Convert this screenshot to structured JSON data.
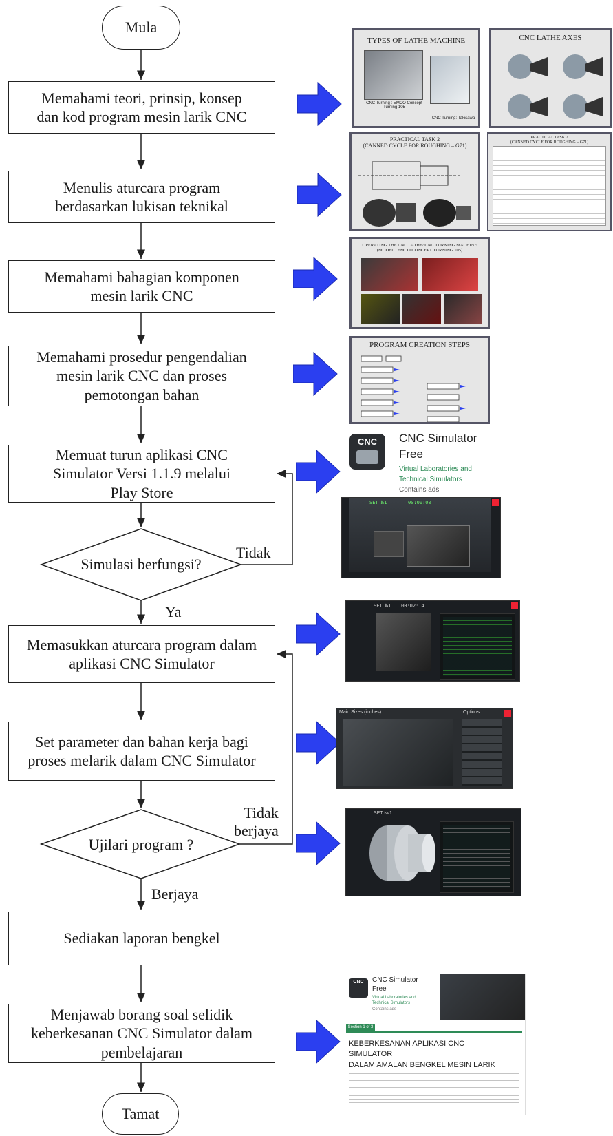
{
  "flow": {
    "start": "Mula",
    "step1": [
      "Memahami teori, prinsip, konsep",
      "dan kod program mesin larik CNC"
    ],
    "step2": [
      "Menulis aturcara program",
      "berdasarkan lukisan teknikal"
    ],
    "step3": [
      "Memahami bahagian komponen",
      "mesin larik CNC"
    ],
    "step4": [
      "Memahami prosedur pengendalian",
      "mesin larik CNC dan proses",
      "pemotongan bahan"
    ],
    "step5": [
      "Memuat turun aplikasi CNC",
      "Simulator Versi 1.1.9 melalui",
      "Play Store"
    ],
    "decision1": "Simulasi berfungsi?",
    "decision1_no": "Tidak",
    "decision1_yes": "Ya",
    "step6": [
      "Memasukkan aturcara program dalam",
      "aplikasi CNC Simulator"
    ],
    "step7": [
      "Set parameter dan bahan kerja bagi",
      "proses melarik dalam CNC Simulator"
    ],
    "decision2": "Ujilari program ?",
    "decision2_no": [
      "Tidak",
      "berjaya"
    ],
    "decision2_yes": "Berjaya",
    "step8": "Sediakan laporan bengkel",
    "step9": [
      "Menjawab borang soal selidik",
      "keberkesanan CNC Simulator dalam",
      "pembelajaran"
    ],
    "end": "Tamat"
  },
  "images": {
    "slide_types_title": "TYPES OF LATHE MACHINE",
    "slide_types_cap1": "CNC Turning : EMCO Concept Turning 105",
    "slide_types_cap2": "CNC Turning: Takisawa",
    "slide_axes_title": "CNC LATHE AXES",
    "slide_task_title": [
      "PRACTICAL TASK 2",
      "(CANNED CYCLE FOR ROUGHING – G71)"
    ],
    "slide_table_title": [
      "PRACTICAL TASK 2",
      "(CANNED CYCLE FOR ROUGHING – G71)"
    ],
    "slide_operating_title": [
      "OPERATING THE CNC LATHE/ CNC TURNING MACHINE",
      "(MODEL : EMCO CONCEPT TURNING 105)"
    ],
    "slide_steps_title": "PROGRAM CREATION STEPS",
    "store_icon_text": "CNC",
    "store_app_name": [
      "CNC Simulator",
      "Free"
    ],
    "store_dev": [
      "Virtual Laboratories and",
      "Technical Simulators"
    ],
    "store_ads": "Contains ads",
    "sim1_set": "SET №1",
    "sim1_time": "00:00:00",
    "sim2_set": "SET №1",
    "sim2_time": "00:02:14",
    "sim3_header": "Main Sizes (inches):",
    "sim3_options": "Options:",
    "sim4_set": "SET №1",
    "form_app_name": [
      "CNC Simulator",
      "Free"
    ],
    "form_dev": [
      "Virtual Laboratories and",
      "Technical Simulators",
      "Contains ads"
    ],
    "form_section": "Section 1 of 3",
    "form_title": [
      "KEBERKESANAN APLIKASI CNC SIMULATOR",
      "DALAM AMALAN BENGKEL MESIN LARIK"
    ]
  },
  "colors": {
    "arrow_blue": "#2b3ff0",
    "line": "#222222",
    "sim_green": "#6df06d",
    "form_green": "#2e8b57"
  }
}
